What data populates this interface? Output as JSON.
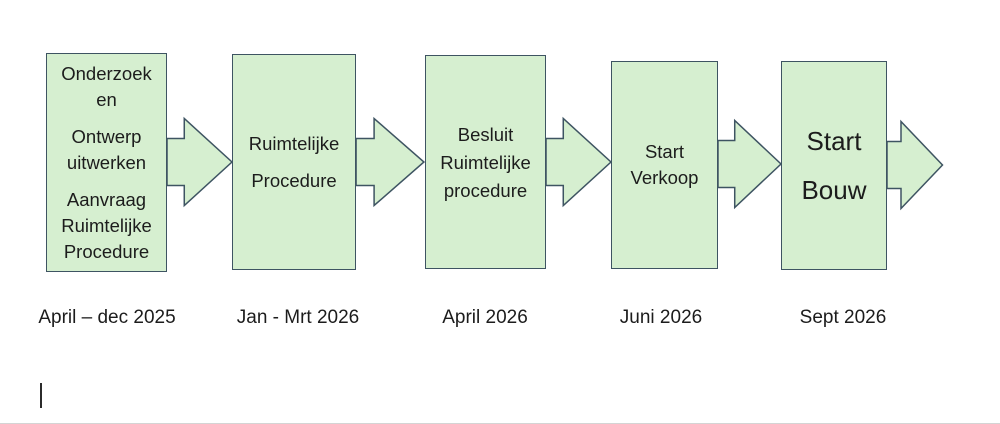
{
  "colors": {
    "shape_fill": "#d6efd0",
    "shape_border": "#3e5462",
    "text": "#1c1c1c"
  },
  "stages": [
    {
      "lines": [
        "Onderzoek",
        "en",
        "Ontwerp",
        "uitwerken",
        "Aanvraag",
        "Ruimtelijke",
        "Procedure"
      ],
      "date": "April – dec 2025"
    },
    {
      "lines": [
        "Ruimtelijke",
        "Procedure"
      ],
      "date": "Jan - Mrt 2026"
    },
    {
      "lines": [
        "Besluit",
        "Ruimtelijke",
        "procedure"
      ],
      "date": "April 2026"
    },
    {
      "lines": [
        "Start",
        "Verkoop"
      ],
      "date": "Juni 2026"
    },
    {
      "lines": [
        "Start",
        "Bouw"
      ],
      "date": "Sept 2026"
    }
  ]
}
